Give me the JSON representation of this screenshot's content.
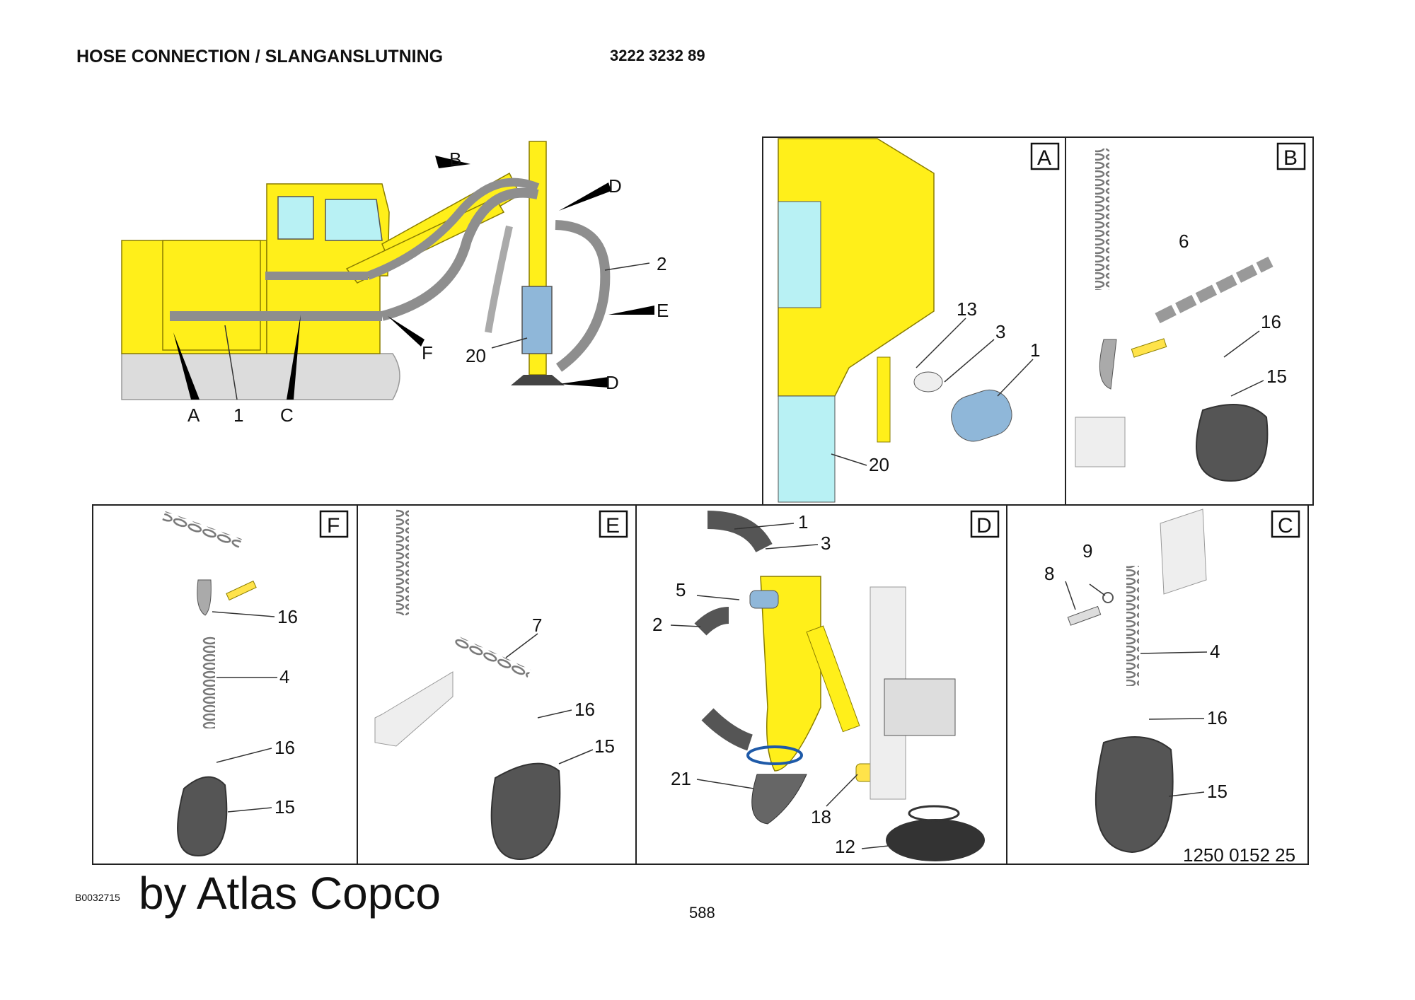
{
  "header": {
    "title": "HOSE CONNECTION / SLANGANSLUTNING",
    "part_number": "3222 3232 89"
  },
  "overview": {
    "callouts": [
      "A",
      "1",
      "C",
      "F",
      "20",
      "D",
      "E",
      "2",
      "D",
      "B"
    ]
  },
  "panels": [
    {
      "letter": "A",
      "labels": [
        "13",
        "3",
        "1",
        "20"
      ]
    },
    {
      "letter": "B",
      "labels": [
        "6",
        "16",
        "15"
      ]
    },
    {
      "letter": "F",
      "labels": [
        "16",
        "4",
        "16",
        "15"
      ]
    },
    {
      "letter": "E",
      "labels": [
        "7",
        "16",
        "15"
      ]
    },
    {
      "letter": "D",
      "labels": [
        "1",
        "3",
        "5",
        "2",
        "21",
        "18",
        "12"
      ]
    },
    {
      "letter": "C",
      "labels": [
        "9",
        "8",
        "4",
        "16",
        "15"
      ]
    }
  ],
  "footer": {
    "reference": "B0032715",
    "brand": "by Atlas Copco",
    "page_number": "588",
    "illustration_number": "1250 0152 25"
  },
  "colors": {
    "machine_yellow": "#FFEF1A",
    "track_gray": "#DCDCDC",
    "hose_gray": "#8E8E8E",
    "cyclone_blue": "#8FB7D9",
    "window_cyan": "#B8F1F4",
    "chain_silver": "#C8C8C8"
  }
}
